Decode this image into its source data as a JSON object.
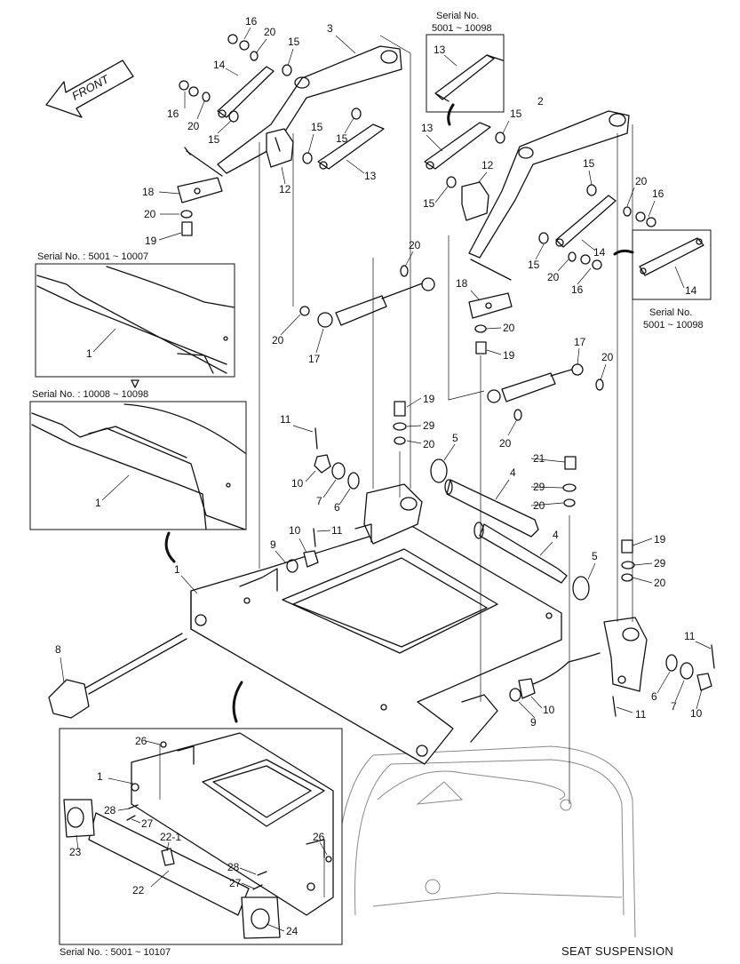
{
  "title": "SEAT SUSPENSION",
  "front_label": "FRONT",
  "serial_boxes": {
    "link13": {
      "heading": "Serial No.",
      "range": "5001 ~ 10098",
      "part": "13"
    },
    "link14": {
      "heading": "Serial No.",
      "range": "5001 ~ 10098",
      "part": "14"
    },
    "detail_a": {
      "text": "Serial No. : 5001 ~ 10007",
      "part": "1"
    },
    "detail_b": {
      "text": "Serial No. : 10008 ~ 10098",
      "part": "1"
    },
    "detail_c": {
      "text": "Serial No. : 5001 ~ 10107"
    }
  },
  "callouts": [
    "16",
    "20",
    "15",
    "3",
    "14",
    "16",
    "20",
    "15",
    "15",
    "15",
    "13",
    "12",
    "18",
    "20",
    "19",
    "2",
    "13",
    "15",
    "12",
    "15",
    "20",
    "16",
    "15",
    "14",
    "20",
    "16",
    "15",
    "18",
    "20",
    "19",
    "20",
    "20",
    "17",
    "17",
    "20",
    "20",
    "19",
    "29",
    "20",
    "11",
    "10",
    "7",
    "6",
    "5",
    "4",
    "21",
    "29",
    "20",
    "4",
    "11",
    "10",
    "9",
    "5",
    "19",
    "29",
    "20",
    "1",
    "8",
    "11",
    "6",
    "7",
    "10",
    "10",
    "9",
    "11",
    "26",
    "1",
    "28",
    "27",
    "22-1",
    "23",
    "22",
    "26",
    "28",
    "27",
    "24"
  ]
}
